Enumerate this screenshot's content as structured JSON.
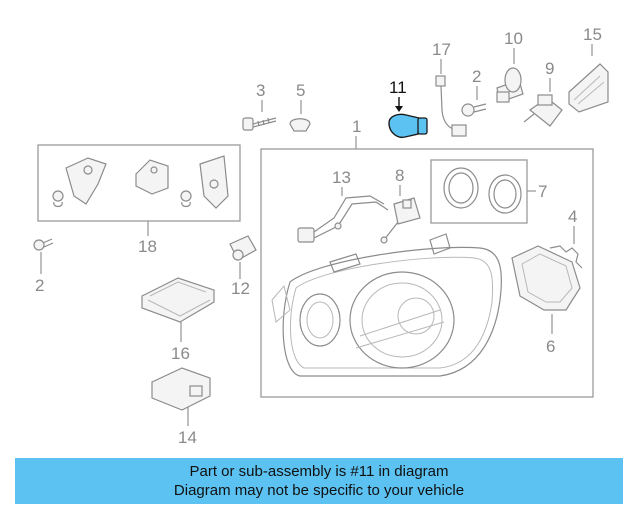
{
  "banner": {
    "line1": "Part or sub-assembly is #11 in diagram",
    "line2": "Diagram may not be specific to your vehicle"
  },
  "highlight_color": "#5bc2f2",
  "callouts": {
    "c1": "1",
    "c2a": "2",
    "c2b": "2",
    "c3": "3",
    "c4": "4",
    "c5": "5",
    "c6": "6",
    "c7": "7",
    "c8": "8",
    "c9": "9",
    "c10": "10",
    "c11": "11",
    "c12": "12",
    "c13": "13",
    "c14": "14",
    "c15": "15",
    "c16": "16",
    "c17": "17",
    "c18": "18"
  }
}
